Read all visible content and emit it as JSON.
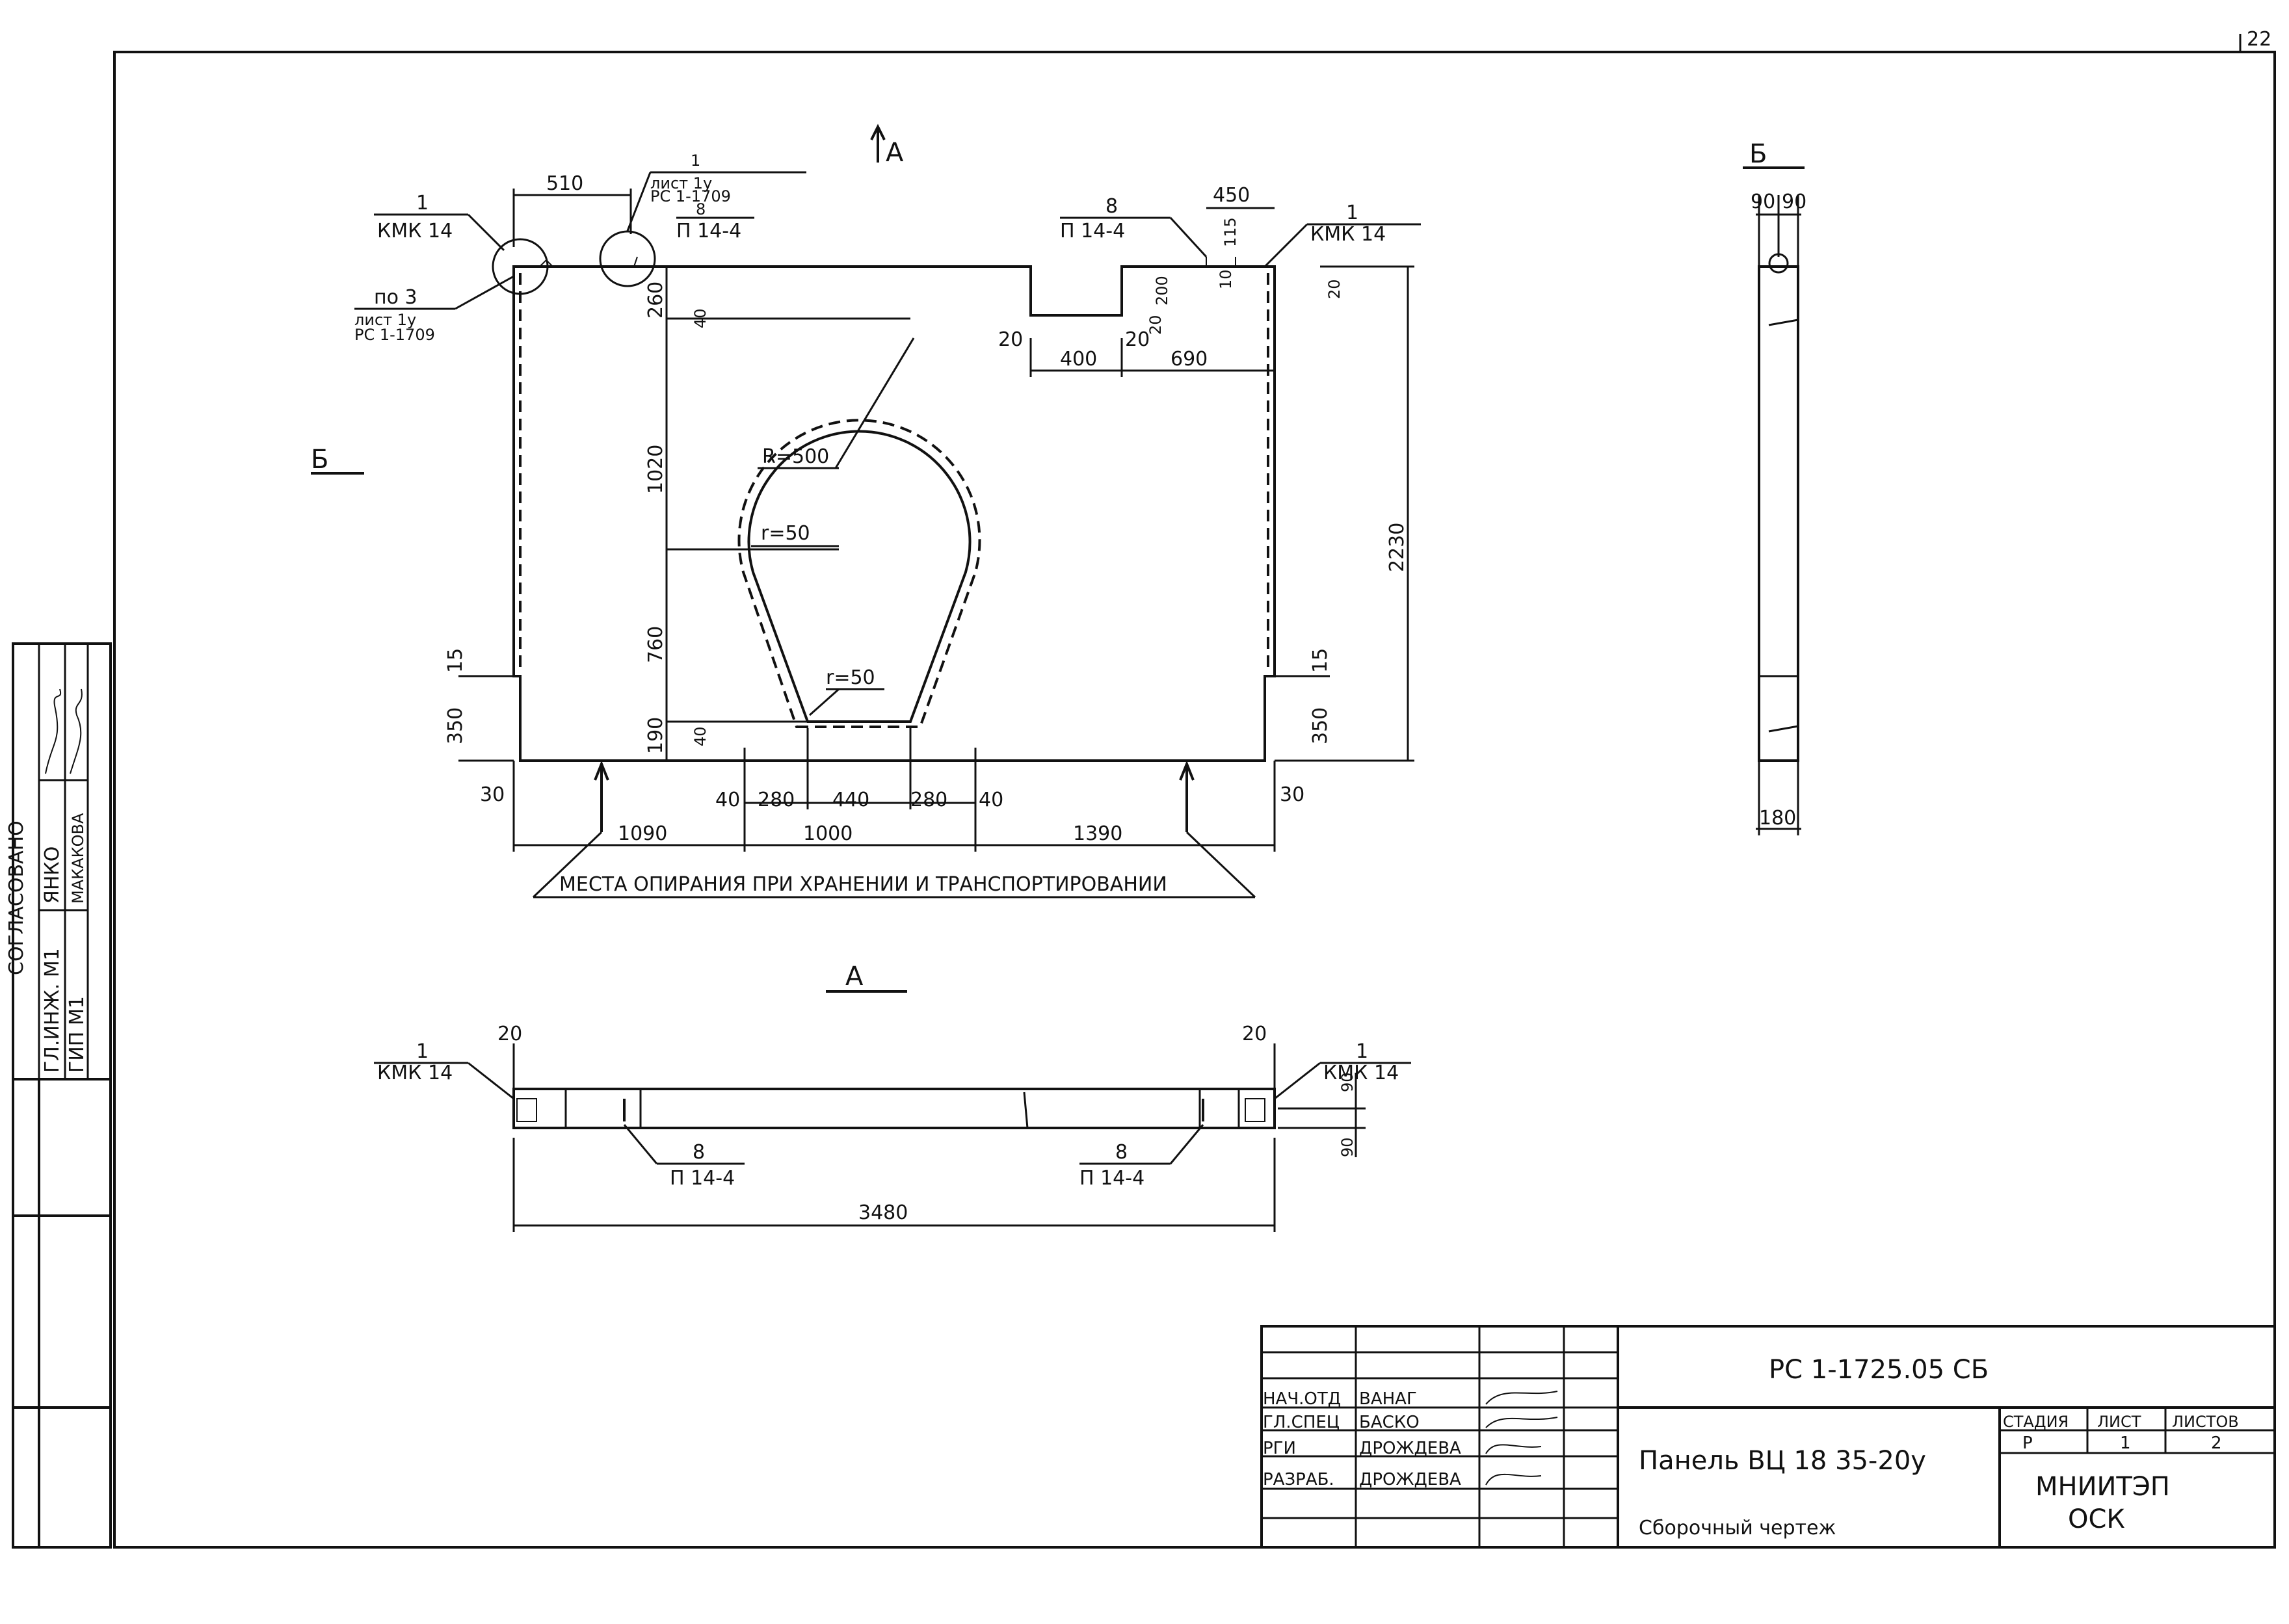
{
  "sheet": {
    "sheet_number": "22",
    "code": "РС 1-1725.05 СБ",
    "title": "Панель ВЦ 18 35-20у",
    "subtitle": "Сборочный чертеж",
    "org": "МНИИТЭП",
    "org_dept": "ОСК"
  },
  "views": {
    "section_a_marker": "А",
    "section_b_marker": "Б",
    "section_b_title": "Б",
    "section_a_title": "А"
  },
  "callouts": {
    "kmk_left": {
      "num": "1",
      "code": "КМК 14"
    },
    "pos3": {
      "num": "по 3",
      "line1": "лист 1у",
      "line2": "РС 1-1709"
    },
    "list1u": {
      "num": "1",
      "line1": "лист 1у",
      "line2": "РС 1-1709",
      "line3": "8",
      "line4": "П 14-4"
    },
    "p14_right": {
      "num": "8",
      "code": "П 14-4"
    },
    "kmk_right": {
      "num": "1",
      "code": "КМК 14"
    },
    "r500": "R=500",
    "r50_a": "r=50",
    "r50_b": "r=50",
    "support": "МЕСТА ОПИРАНИЯ   ПРИ ХРАНЕНИИ И ТРАНСПОРТИРОВАНИИ",
    "a_left_kmk": {
      "num": "1",
      "code": "КМК 14"
    },
    "a_right_kmk": {
      "num": "1",
      "code": "КМК 14"
    },
    "a_p14_left": {
      "num": "8",
      "code": "П 14-4"
    },
    "a_p14_right": {
      "num": "8",
      "code": "П 14-4"
    }
  },
  "dims": {
    "d510": "510",
    "d450": "450",
    "d115": "115",
    "d10": "10",
    "d200": "200",
    "d20a": "20",
    "d20b": "20",
    "d20c": "20",
    "d20d": "20",
    "d400": "400",
    "d690": "690",
    "d260": "260",
    "d40a": "40",
    "d1020": "1020",
    "d760": "760",
    "d190": "190",
    "d40b": "40",
    "d2230": "2230",
    "d15a": "15",
    "d15b": "15",
    "d350a": "350",
    "d350b": "350",
    "d30a": "30",
    "d30b": "30",
    "d40c": "40",
    "d280a": "280",
    "d440": "440",
    "d280b": "280",
    "d40d": "40",
    "d1090": "1090",
    "d1000": "1000",
    "d1390": "1390",
    "b90a": "90",
    "b90b": "90",
    "b180": "180",
    "a20a": "20",
    "a20b": "20",
    "a90a": "90",
    "a90b": "90",
    "a3480": "3480"
  },
  "side_stamp": {
    "header": "СОГЛАСОВАНО",
    "rows": [
      {
        "role": "ГЛ.ИНЖ. М1",
        "name": "ЯНКО"
      },
      {
        "role": "ГИП М1",
        "name": "МАКАКОВА"
      }
    ]
  },
  "title_block": {
    "rows": [
      {
        "role": "НАЧ.ОТД",
        "name": "ВАНАГ"
      },
      {
        "role": "ГЛ.СПЕЦ",
        "name": "БАСКО"
      },
      {
        "role": "РГИ",
        "name": "ДРОЖДЕВА"
      },
      {
        "role": "РАЗРАБ.",
        "name": "ДРОЖДЕВА"
      }
    ],
    "stage_h": "СТАДИЯ",
    "sheet_h": "ЛИСТ",
    "sheets_h": "ЛИСТОВ",
    "stage": "Р",
    "sheet": "1",
    "sheets": "2"
  }
}
